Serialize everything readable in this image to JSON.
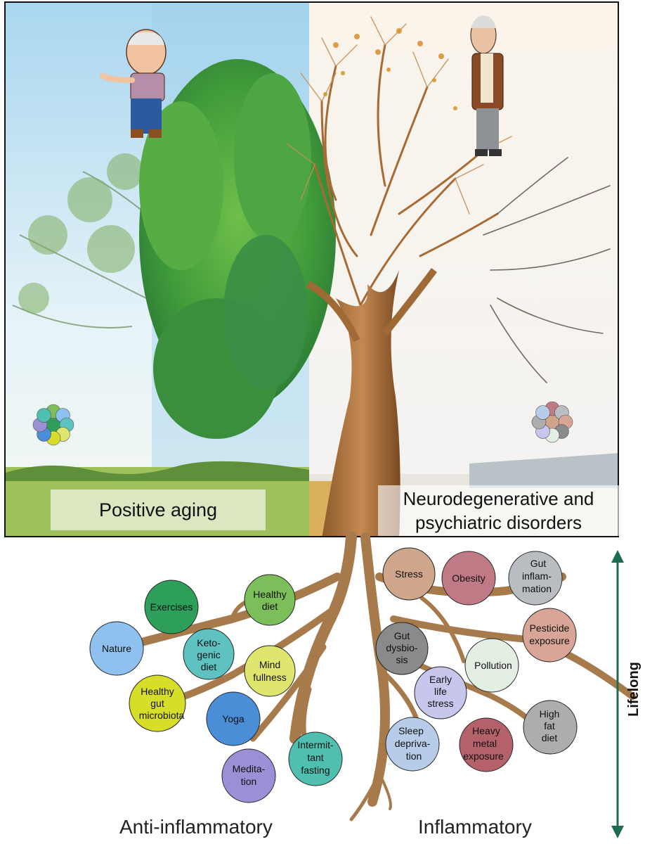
{
  "panel": {
    "left_label": "Positive aging",
    "right_label_lines": [
      "Neurodegenerative and",
      "psychiatric disorders"
    ]
  },
  "bottom": {
    "left_label": "Anti-inflammatory",
    "right_label": "Inflammatory"
  },
  "axis": {
    "label": "Lifelong",
    "color": "#1f6b4f"
  },
  "anti_inflammatory_factors": [
    {
      "lines": [
        "Exercises"
      ],
      "color": "#2e9e5b"
    },
    {
      "lines": [
        "Healthy",
        "diet"
      ],
      "color": "#7cbf5a"
    },
    {
      "lines": [
        "Nature"
      ],
      "color": "#8ec1ef"
    },
    {
      "lines": [
        "Keto-",
        "genic",
        "diet"
      ],
      "color": "#5ec2c0"
    },
    {
      "lines": [
        "Mind",
        "fullness"
      ],
      "color": "#dfe66e"
    },
    {
      "lines": [
        "Healthy",
        "gut",
        "microbiota"
      ],
      "color": "#d7de2a"
    },
    {
      "lines": [
        "Yoga"
      ],
      "color": "#4b8ed8"
    },
    {
      "lines": [
        "Medita-",
        "tion"
      ],
      "color": "#9b8fd6"
    },
    {
      "lines": [
        "Intermit-",
        "tant",
        "fasting"
      ],
      "color": "#4fc0b0"
    }
  ],
  "inflammatory_factors": [
    {
      "lines": [
        "Stress"
      ],
      "color": "#cfa68c"
    },
    {
      "lines": [
        "Obesity"
      ],
      "color": "#c07a86"
    },
    {
      "lines": [
        "Gut",
        "inflam-",
        "mation"
      ],
      "color": "#b9bcc0"
    },
    {
      "lines": [
        "Pesticide",
        "exposure"
      ],
      "color": "#d9a596"
    },
    {
      "lines": [
        "Gut",
        "dysbio-",
        "sis"
      ],
      "color": "#8a8a8a"
    },
    {
      "lines": [
        "Pollution"
      ],
      "color": "#e3efe3"
    },
    {
      "lines": [
        "Early",
        "life",
        "stress"
      ],
      "color": "#c7c6ec"
    },
    {
      "lines": [
        "High",
        "fat",
        "diet"
      ],
      "color": "#adadad"
    },
    {
      "lines": [
        "Sleep",
        "depriva-",
        "tion"
      ],
      "color": "#b7cce8"
    },
    {
      "lines": [
        "Heavy",
        "metal",
        "exposure"
      ],
      "color": "#b5616a"
    }
  ],
  "flower_icons": {
    "left_colors": [
      "#2e9e5b",
      "#7cbf5a",
      "#8ec1ef",
      "#5ec2c0",
      "#dfe66e",
      "#d7de2a",
      "#4b8ed8",
      "#9b8fd6",
      "#4fc0b0"
    ],
    "right_colors": [
      "#cfa68c",
      "#c07a86",
      "#b9bcc0",
      "#d9a596",
      "#8a8a8a",
      "#e3efe3",
      "#c7c6ec",
      "#adadad",
      "#b7cce8"
    ]
  }
}
